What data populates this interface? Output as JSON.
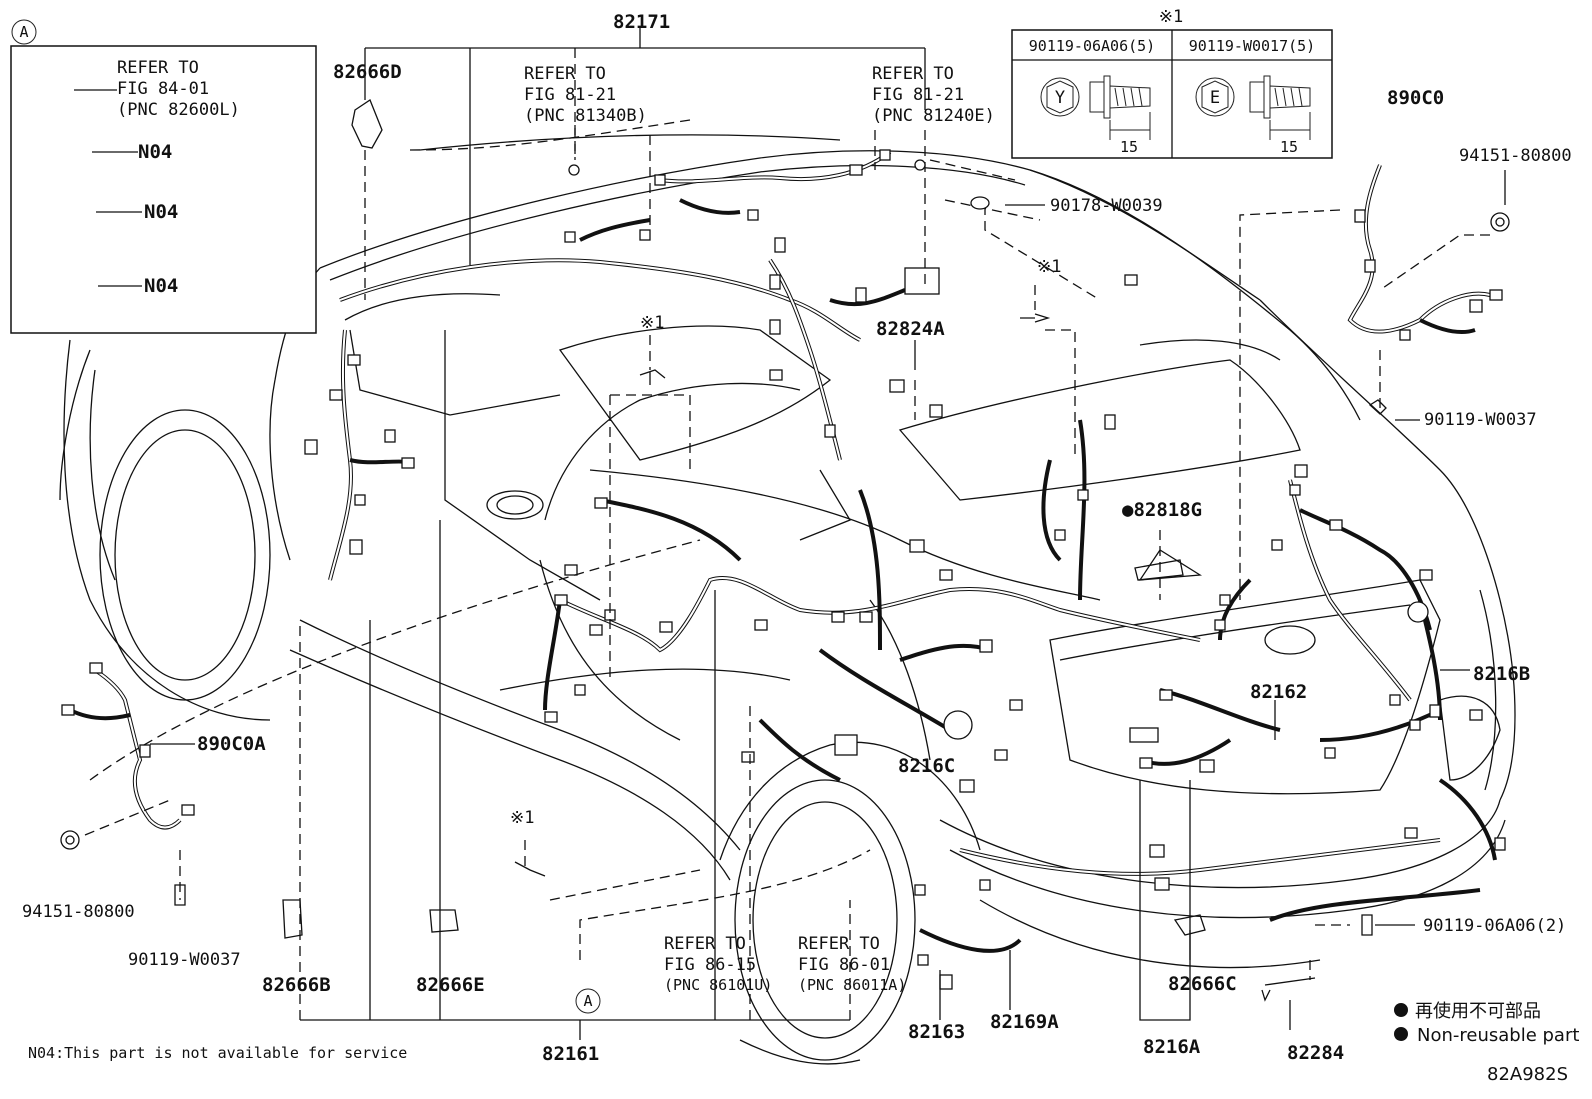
{
  "inset": {
    "badge": "A",
    "refer_lines": [
      "REFER TO",
      "FIG 84-01",
      "(PNC 82600L)"
    ],
    "items": [
      "N04",
      "N04",
      "N04"
    ]
  },
  "spec_table": {
    "marker": "※1",
    "headers": [
      "90119-06A06(5)",
      "90119-W0017(5)"
    ],
    "symbols": [
      "Y",
      "E"
    ],
    "dims": [
      "15",
      "15"
    ]
  },
  "refs": [
    {
      "lines": [
        "REFER TO",
        "FIG 81-21",
        "(PNC 81340B)"
      ]
    },
    {
      "lines": [
        "REFER TO",
        "FIG 81-21",
        "(PNC 81240E)"
      ]
    },
    {
      "lines": [
        "REFER TO",
        "FIG 86-15",
        "(PNC 86101U)"
      ]
    },
    {
      "lines": [
        "REFER TO",
        "FIG 86-01",
        "(PNC 86011A)"
      ]
    }
  ],
  "part_labels": [
    "82171",
    "82666D",
    "890C0",
    "94151-80800",
    "90178-W0039",
    "82824A",
    "●82818G",
    "90119-W0037",
    "8216B",
    "82162",
    "890C0A",
    "8216C",
    "94151-80800",
    "90119-W0037",
    "82666B",
    "82666E",
    "82161",
    "82163",
    "82169A",
    "8216A",
    "82666C",
    "90119-06A06(2)",
    "82284"
  ],
  "markers": [
    "※1",
    "※1",
    "※1"
  ],
  "circle_a": "A",
  "legend": [
    "再使用不可部品",
    "Non-reusable part"
  ],
  "footnote": "N04:This part is not available for service",
  "diagram_code": "82A982S"
}
